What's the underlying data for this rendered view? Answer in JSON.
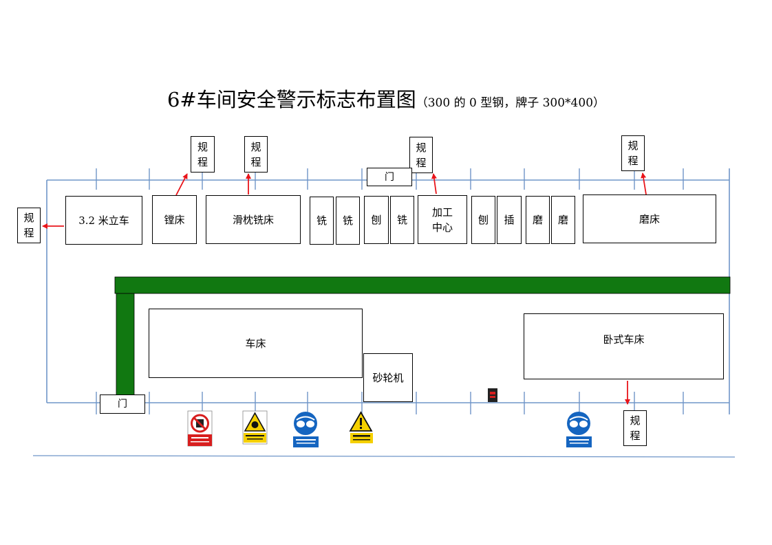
{
  "title": {
    "main": "6#车间安全警示标志布置图",
    "sub": "（300 的 0 型钢，牌子 300*400）"
  },
  "labels": {
    "regulation": "规程",
    "door": "门"
  },
  "machines": {
    "vertical_lathe": "3.2 米立车",
    "boring": "镗床",
    "ram_milling": "滑枕铣床",
    "mill_1": "铣",
    "mill_2": "铣",
    "planer_1": "刨",
    "mill_3": "铣",
    "machining_center": "加工中心",
    "planer_2": "刨",
    "slotter": "插",
    "grind_1": "磨",
    "grind_2": "磨",
    "grinder": "磨床",
    "lathe": "车床",
    "grinding_wheel": "砂轮机",
    "horizontal_lathe": "卧式车床"
  },
  "signs": [
    {
      "icon": "no-entry-sign-icon",
      "caption": "禁止乘车"
    },
    {
      "icon": "machine-warning-sign-icon",
      "caption": "当心机械伤人"
    },
    {
      "icon": "goggles-sign-icon",
      "caption": "必须戴防护眼镜"
    },
    {
      "icon": "caution-sign-icon",
      "caption": "注意安全"
    },
    {
      "icon": "goggles-sign-icon",
      "caption": "必须戴防护眼镜"
    }
  ],
  "colors": {
    "wall": "#6e95c8",
    "walkway": "#117811",
    "arrow": "#e8141a",
    "mandatory": "#1565c0",
    "warning": "#f5d000",
    "prohibition": "#d81e1e"
  }
}
